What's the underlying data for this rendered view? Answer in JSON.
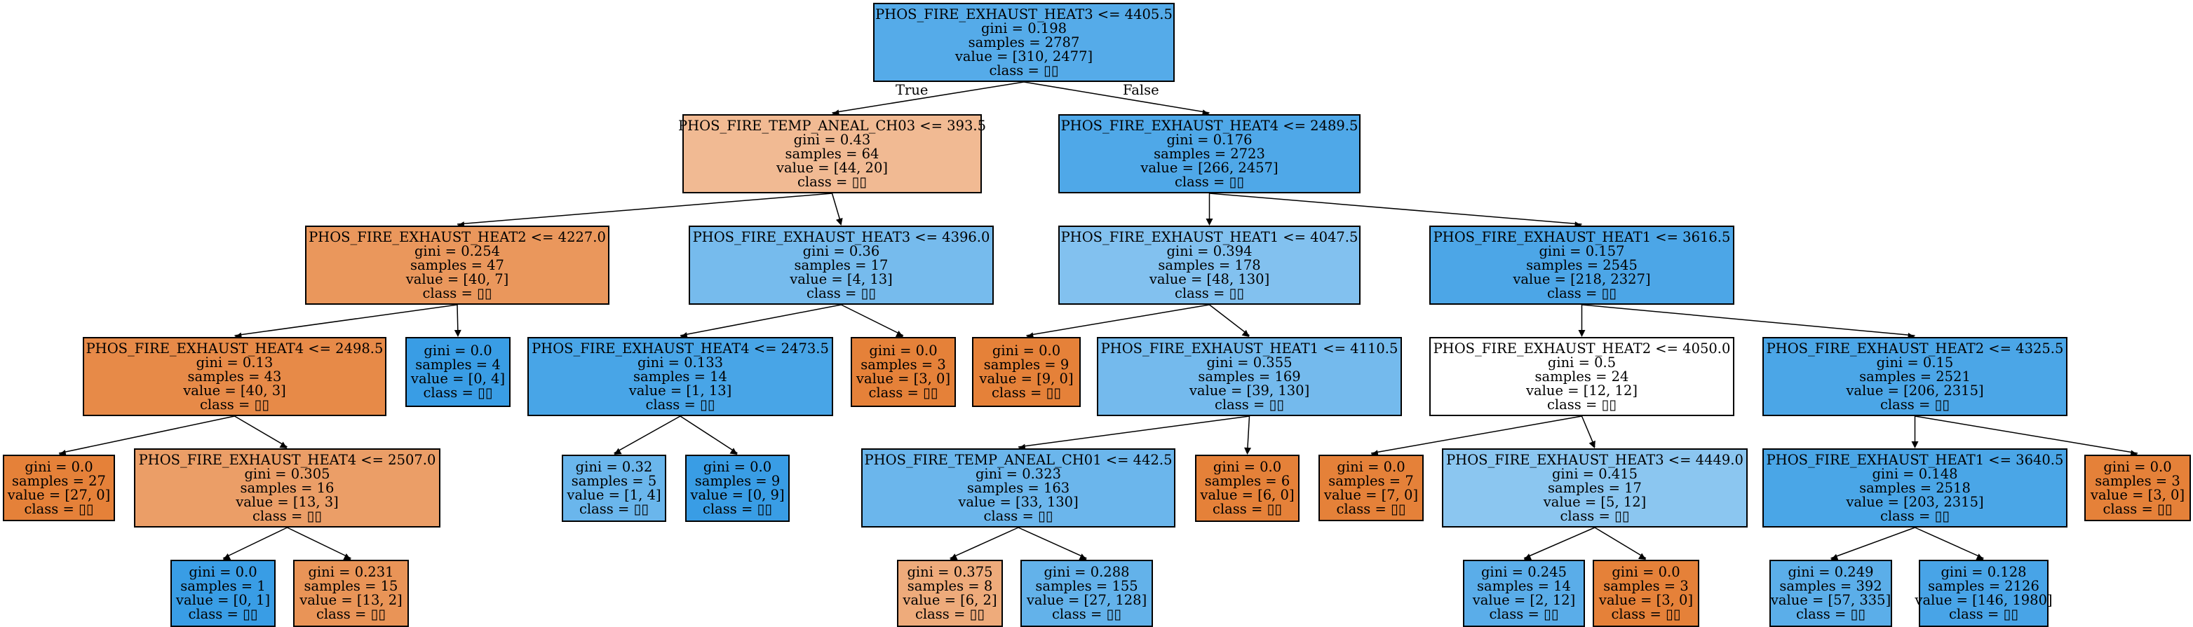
{
  "edge_labels": {
    "true": "True",
    "false": "False"
  },
  "nodes": [
    {
      "id": "n0",
      "split": "PHOS_FIRE_EXHAUST_HEAT3 <= 4405.5",
      "gini": "gini = 0.198",
      "samples": "samples = 2787",
      "value": "value = [310, 2477]",
      "class": "class = ▯▯",
      "color": "#55abe9"
    },
    {
      "id": "n1",
      "split": "PHOS_FIRE_TEMP_ANEAL_CH03 <= 393.5",
      "gini": "gini = 0.43",
      "samples": "samples = 64",
      "value": "value = [44, 20]",
      "class": "class = ▯▯",
      "color": "#f1ba93"
    },
    {
      "id": "n2",
      "split": "PHOS_FIRE_EXHAUST_HEAT2 <= 4227.0",
      "gini": "gini = 0.254",
      "samples": "samples = 47",
      "value": "value = [40, 7]",
      "class": "class = ▯▯",
      "color": "#ea975c"
    },
    {
      "id": "n3",
      "split": "PHOS_FIRE_EXHAUST_HEAT4 <= 2498.5",
      "gini": "gini = 0.13",
      "samples": "samples = 43",
      "value": "value = [40, 3]",
      "class": "class = ▯▯",
      "color": "#e78a48"
    },
    {
      "id": "n4",
      "split": "",
      "gini": "gini = 0.0",
      "samples": "samples = 27",
      "value": "value = [27, 0]",
      "class": "class = ▯▯",
      "color": "#e58139"
    },
    {
      "id": "n5",
      "split": "PHOS_FIRE_EXHAUST_HEAT4 <= 2507.0",
      "gini": "gini = 0.305",
      "samples": "samples = 16",
      "value": "value = [13, 3]",
      "class": "class = ▯▯",
      "color": "#eb9e67"
    },
    {
      "id": "n6",
      "split": "",
      "gini": "gini = 0.0",
      "samples": "samples = 1",
      "value": "value = [0, 1]",
      "class": "class = ▯▯",
      "color": "#399de5"
    },
    {
      "id": "n7",
      "split": "",
      "gini": "gini = 0.231",
      "samples": "samples = 15",
      "value": "value = [13, 2]",
      "class": "class = ▯▯",
      "color": "#e99457"
    },
    {
      "id": "n8",
      "split": "",
      "gini": "gini = 0.0",
      "samples": "samples = 4",
      "value": "value = [0, 4]",
      "class": "class = ▯▯",
      "color": "#399de5"
    },
    {
      "id": "n9",
      "split": "PHOS_FIRE_EXHAUST_HEAT3 <= 4396.0",
      "gini": "gini = 0.36",
      "samples": "samples = 17",
      "value": "value = [4, 13]",
      "class": "class = ▯▯",
      "color": "#76bbed"
    },
    {
      "id": "n10",
      "split": "PHOS_FIRE_EXHAUST_HEAT4 <= 2473.5",
      "gini": "gini = 0.133",
      "samples": "samples = 14",
      "value": "value = [1, 13]",
      "class": "class = ▯▯",
      "color": "#48a5e7"
    },
    {
      "id": "n11",
      "split": "",
      "gini": "gini = 0.32",
      "samples": "samples = 5",
      "value": "value = [1, 4]",
      "class": "class = ▯▯",
      "color": "#6ab6ec"
    },
    {
      "id": "n12",
      "split": "",
      "gini": "gini = 0.0",
      "samples": "samples = 9",
      "value": "value = [0, 9]",
      "class": "class = ▯▯",
      "color": "#399de5"
    },
    {
      "id": "n13",
      "split": "",
      "gini": "gini = 0.0",
      "samples": "samples = 3",
      "value": "value = [3, 0]",
      "class": "class = ▯▯",
      "color": "#e58139"
    },
    {
      "id": "n14",
      "split": "PHOS_FIRE_EXHAUST_HEAT4 <= 2489.5",
      "gini": "gini = 0.176",
      "samples": "samples = 2723",
      "value": "value = [266, 2457]",
      "class": "class = ▯▯",
      "color": "#4fa8e8"
    },
    {
      "id": "n15",
      "split": "PHOS_FIRE_EXHAUST_HEAT1 <= 4047.5",
      "gini": "gini = 0.394",
      "samples": "samples = 178",
      "value": "value = [48, 130]",
      "class": "class = ▯▯",
      "color": "#82c1ef"
    },
    {
      "id": "n16",
      "split": "",
      "gini": "gini = 0.0",
      "samples": "samples = 9",
      "value": "value = [9, 0]",
      "class": "class = ▯▯",
      "color": "#e58139"
    },
    {
      "id": "n17",
      "split": "PHOS_FIRE_EXHAUST_HEAT1 <= 4110.5",
      "gini": "gini = 0.355",
      "samples": "samples = 169",
      "value": "value = [39, 130]",
      "class": "class = ▯▯",
      "color": "#74baed"
    },
    {
      "id": "n18",
      "split": "PHOS_FIRE_TEMP_ANEAL_CH01 <= 442.5",
      "gini": "gini = 0.323",
      "samples": "samples = 163",
      "value": "value = [33, 130]",
      "class": "class = ▯▯",
      "color": "#6bb6ec"
    },
    {
      "id": "n19",
      "split": "",
      "gini": "gini = 0.375",
      "samples": "samples = 8",
      "value": "value = [6, 2]",
      "class": "class = ▯▯",
      "color": "#eeab7b"
    },
    {
      "id": "n20",
      "split": "",
      "gini": "gini = 0.288",
      "samples": "samples = 155",
      "value": "value = [27, 128]",
      "class": "class = ▯▯",
      "color": "#63b2ea"
    },
    {
      "id": "n21",
      "split": "",
      "gini": "gini = 0.0",
      "samples": "samples = 6",
      "value": "value = [6, 0]",
      "class": "class = ▯▯",
      "color": "#e58139"
    },
    {
      "id": "n22",
      "split": "PHOS_FIRE_EXHAUST_HEAT1 <= 3616.5",
      "gini": "gini = 0.157",
      "samples": "samples = 2545",
      "value": "value = [218, 2327]",
      "class": "class = ▯▯",
      "color": "#4ca6e7"
    },
    {
      "id": "n23",
      "split": "PHOS_FIRE_EXHAUST_HEAT2 <= 4050.0",
      "gini": "gini = 0.5",
      "samples": "samples = 24",
      "value": "value = [12, 12]",
      "class": "class = ▯▯",
      "color": "#ffffff"
    },
    {
      "id": "n24",
      "split": "",
      "gini": "gini = 0.0",
      "samples": "samples = 7",
      "value": "value = [7, 0]",
      "class": "class = ▯▯",
      "color": "#e58139"
    },
    {
      "id": "n25",
      "split": "PHOS_FIRE_EXHAUST_HEAT3 <= 4449.0",
      "gini": "gini = 0.415",
      "samples": "samples = 17",
      "value": "value = [5, 12]",
      "class": "class = ▯▯",
      "color": "#8bc6f0"
    },
    {
      "id": "n26",
      "split": "",
      "gini": "gini = 0.245",
      "samples": "samples = 14",
      "value": "value = [2, 12]",
      "class": "class = ▯▯",
      "color": "#5aade9"
    },
    {
      "id": "n27",
      "split": "",
      "gini": "gini = 0.0",
      "samples": "samples = 3",
      "value": "value = [3, 0]",
      "class": "class = ▯▯",
      "color": "#e58139"
    },
    {
      "id": "n28",
      "split": "PHOS_FIRE_EXHAUST_HEAT2 <= 4325.5",
      "gini": "gini = 0.15",
      "samples": "samples = 2521",
      "value": "value = [206, 2315]",
      "class": "class = ▯▯",
      "color": "#4ba6e7"
    },
    {
      "id": "n29",
      "split": "PHOS_FIRE_EXHAUST_HEAT1 <= 3640.5",
      "gini": "gini = 0.148",
      "samples": "samples = 2518",
      "value": "value = [203, 2315]",
      "class": "class = ▯▯",
      "color": "#4aa6e7"
    },
    {
      "id": "n30",
      "split": "",
      "gini": "gini = 0.249",
      "samples": "samples = 392",
      "value": "value = [57, 335]",
      "class": "class = ▯▯",
      "color": "#5baee9"
    },
    {
      "id": "n31",
      "split": "",
      "gini": "gini = 0.128",
      "samples": "samples = 2126",
      "value": "value = [146, 1980]",
      "class": "class = ▯▯",
      "color": "#48a4e7"
    },
    {
      "id": "n32",
      "split": "",
      "gini": "gini = 0.0",
      "samples": "samples = 3",
      "value": "value = [3, 0]",
      "class": "class = ▯▯",
      "color": "#e58139"
    }
  ],
  "edges": [
    [
      "n0",
      "n1"
    ],
    [
      "n0",
      "n14"
    ],
    [
      "n1",
      "n2"
    ],
    [
      "n1",
      "n9"
    ],
    [
      "n2",
      "n3"
    ],
    [
      "n2",
      "n8"
    ],
    [
      "n3",
      "n4"
    ],
    [
      "n3",
      "n5"
    ],
    [
      "n5",
      "n6"
    ],
    [
      "n5",
      "n7"
    ],
    [
      "n9",
      "n10"
    ],
    [
      "n9",
      "n13"
    ],
    [
      "n10",
      "n11"
    ],
    [
      "n10",
      "n12"
    ],
    [
      "n14",
      "n15"
    ],
    [
      "n14",
      "n22"
    ],
    [
      "n15",
      "n16"
    ],
    [
      "n15",
      "n17"
    ],
    [
      "n17",
      "n18"
    ],
    [
      "n17",
      "n21"
    ],
    [
      "n18",
      "n19"
    ],
    [
      "n18",
      "n20"
    ],
    [
      "n22",
      "n23"
    ],
    [
      "n22",
      "n28"
    ],
    [
      "n23",
      "n24"
    ],
    [
      "n23",
      "n25"
    ],
    [
      "n25",
      "n26"
    ],
    [
      "n25",
      "n27"
    ],
    [
      "n28",
      "n29"
    ],
    [
      "n28",
      "n32"
    ],
    [
      "n29",
      "n30"
    ],
    [
      "n29",
      "n31"
    ]
  ]
}
